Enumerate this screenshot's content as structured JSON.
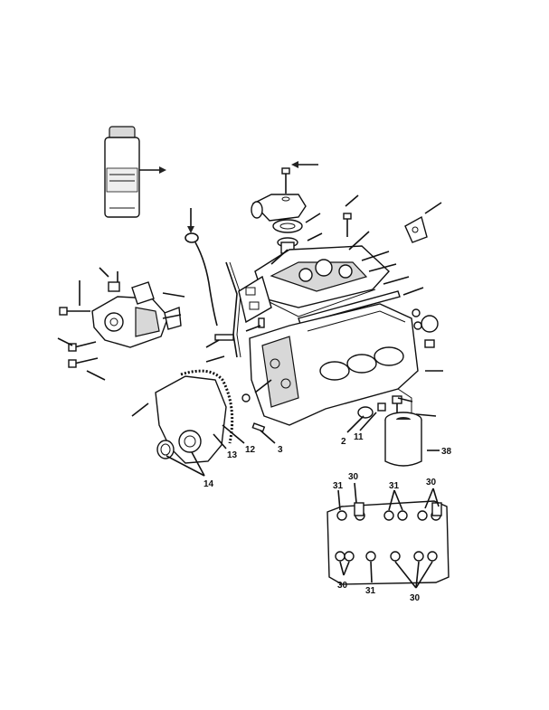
{
  "diagram": {
    "can_label_text": "",
    "callouts": [
      {
        "id": "c2a",
        "text": "2"
      },
      {
        "id": "c11",
        "text": "11"
      },
      {
        "id": "c38",
        "text": "38"
      },
      {
        "id": "c12",
        "text": "12"
      },
      {
        "id": "c13",
        "text": "13"
      },
      {
        "id": "c3",
        "text": "3"
      },
      {
        "id": "c14",
        "text": "14"
      },
      {
        "id": "d30a",
        "text": "30"
      },
      {
        "id": "d31a",
        "text": "31"
      },
      {
        "id": "d31b",
        "text": "31"
      },
      {
        "id": "d30b",
        "text": "30"
      },
      {
        "id": "d30c",
        "text": "30"
      },
      {
        "id": "d31c",
        "text": "31"
      },
      {
        "id": "d30d",
        "text": "30"
      }
    ]
  }
}
